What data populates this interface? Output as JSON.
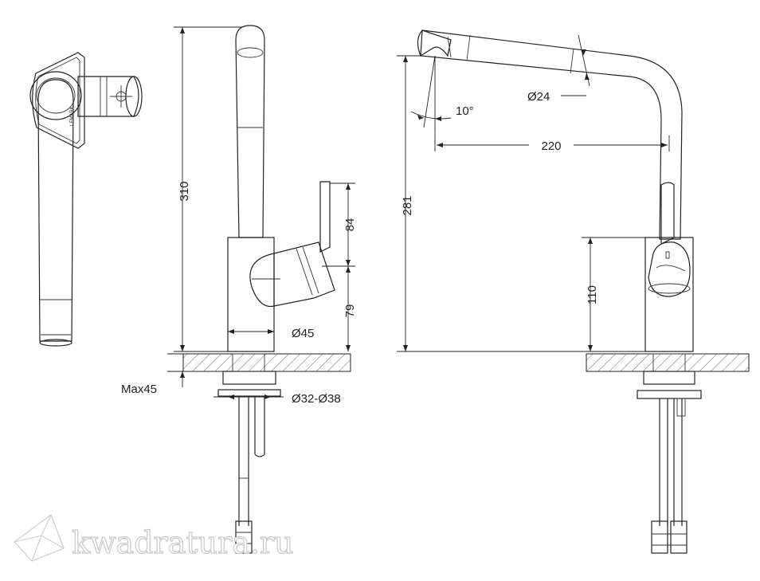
{
  "dimensions": {
    "height_total": "310",
    "lever_height": "84",
    "body_height": "79",
    "body_diameter": "Ø45",
    "max_thickness": "Max45",
    "hole_diameter": "Ø32-Ø38",
    "spout_diameter": "Ø24",
    "spout_angle": "10°",
    "spout_reach": "220",
    "spout_height": "281",
    "base_height": "110"
  },
  "watermark": {
    "text": "kwadratura.ru"
  },
  "colors": {
    "line": "#222222",
    "watermark_outline": "#c9c9c9"
  }
}
